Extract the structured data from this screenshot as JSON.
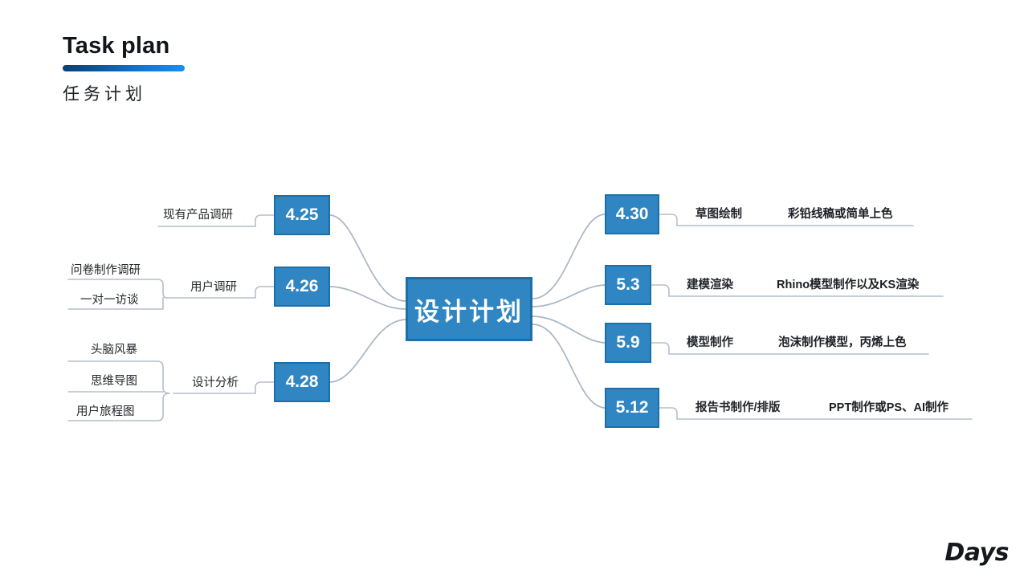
{
  "header": {
    "title": "Task plan",
    "subtitle": "任务计划"
  },
  "mindmap": {
    "center": {
      "label": "设计计划"
    },
    "left_branches": [
      {
        "date": "4.25",
        "topic": "现有产品调研",
        "subitems": []
      },
      {
        "date": "4.26",
        "topic": "用户调研",
        "subitems": [
          "问卷制作调研",
          "一对一访谈"
        ]
      },
      {
        "date": "4.28",
        "topic": "设计分析",
        "subitems": [
          "头脑风暴",
          "思维导图",
          "用户旅程图"
        ]
      }
    ],
    "right_branches": [
      {
        "date": "4.30",
        "topic": "草图绘制",
        "detail": "彩铅线稿或简单上色"
      },
      {
        "date": "5.3",
        "topic": "建模渲染",
        "detail": "Rhino模型制作以及KS渲染"
      },
      {
        "date": "5.9",
        "topic": "模型制作",
        "detail": "泡沫制作模型，丙烯上色"
      },
      {
        "date": "5.12",
        "topic": "报告书制作/排版",
        "detail": "PPT制作或PS、AI制作"
      }
    ]
  },
  "footer": {
    "logo": "Days"
  },
  "colors": {
    "node_fill": "#2f86c2",
    "node_border": "#1c6fa8",
    "wire": "#a9b6c4",
    "rule_start": "#0b3f74",
    "rule_end": "#1b8ef0",
    "text": "#23262b",
    "background": "#ffffff"
  }
}
